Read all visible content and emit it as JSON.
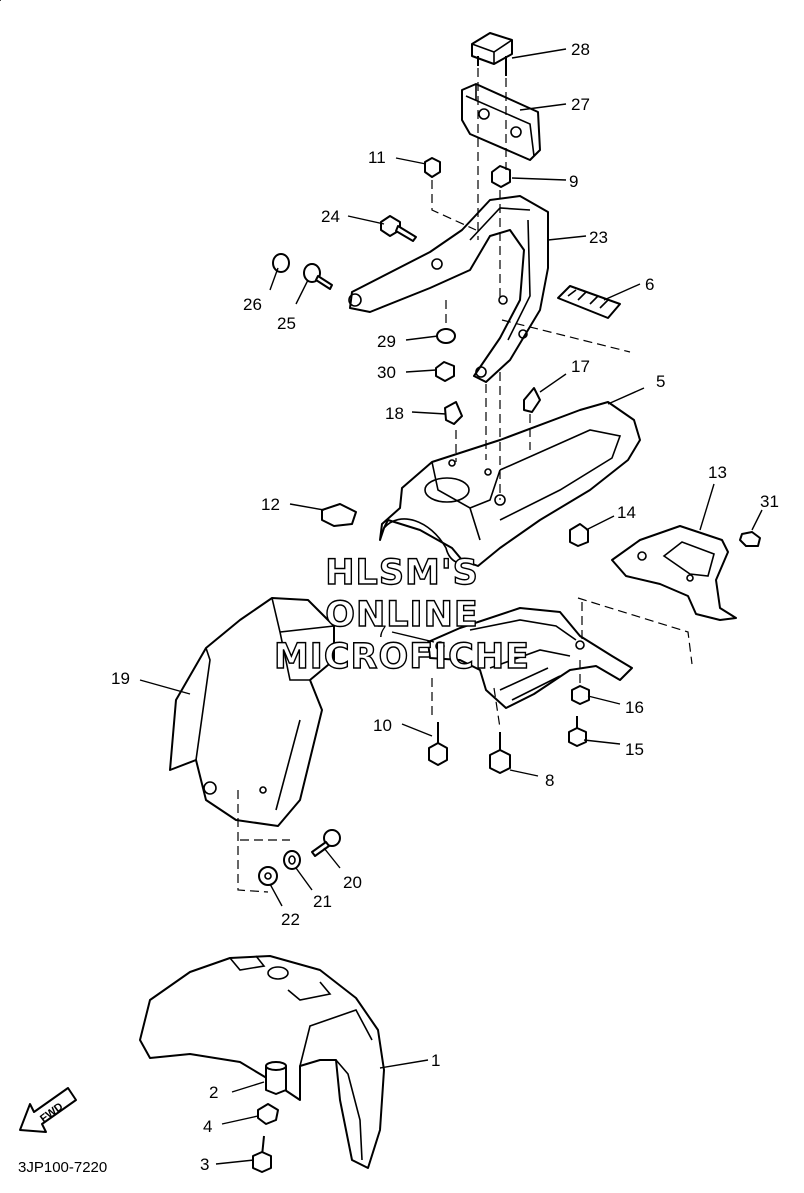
{
  "labels": {
    "p1": "1",
    "p2": "2",
    "p3": "3",
    "p4": "4",
    "p5": "5",
    "p6": "6",
    "p7": "7",
    "p8": "8",
    "p9": "9",
    "p10": "10",
    "p11": "11",
    "p12": "12",
    "p13": "13",
    "p14": "14",
    "p15": "15",
    "p16": "16",
    "p17": "17",
    "p18": "18",
    "p19": "19",
    "p20": "20",
    "p21": "21",
    "p22": "22",
    "p23": "23",
    "p24": "24",
    "p25": "25",
    "p26": "26",
    "p27": "27",
    "p28": "28",
    "p29": "29",
    "p30": "30",
    "p31": "31"
  },
  "watermark": {
    "line1": "HLSM'S",
    "line2": "ONLINE",
    "line3": "MICROFICHE"
  },
  "fwd_label": "FWD",
  "diagram_code": "3JP100-7220",
  "colors": {
    "ink": "#000000",
    "paper": "#ffffff"
  }
}
